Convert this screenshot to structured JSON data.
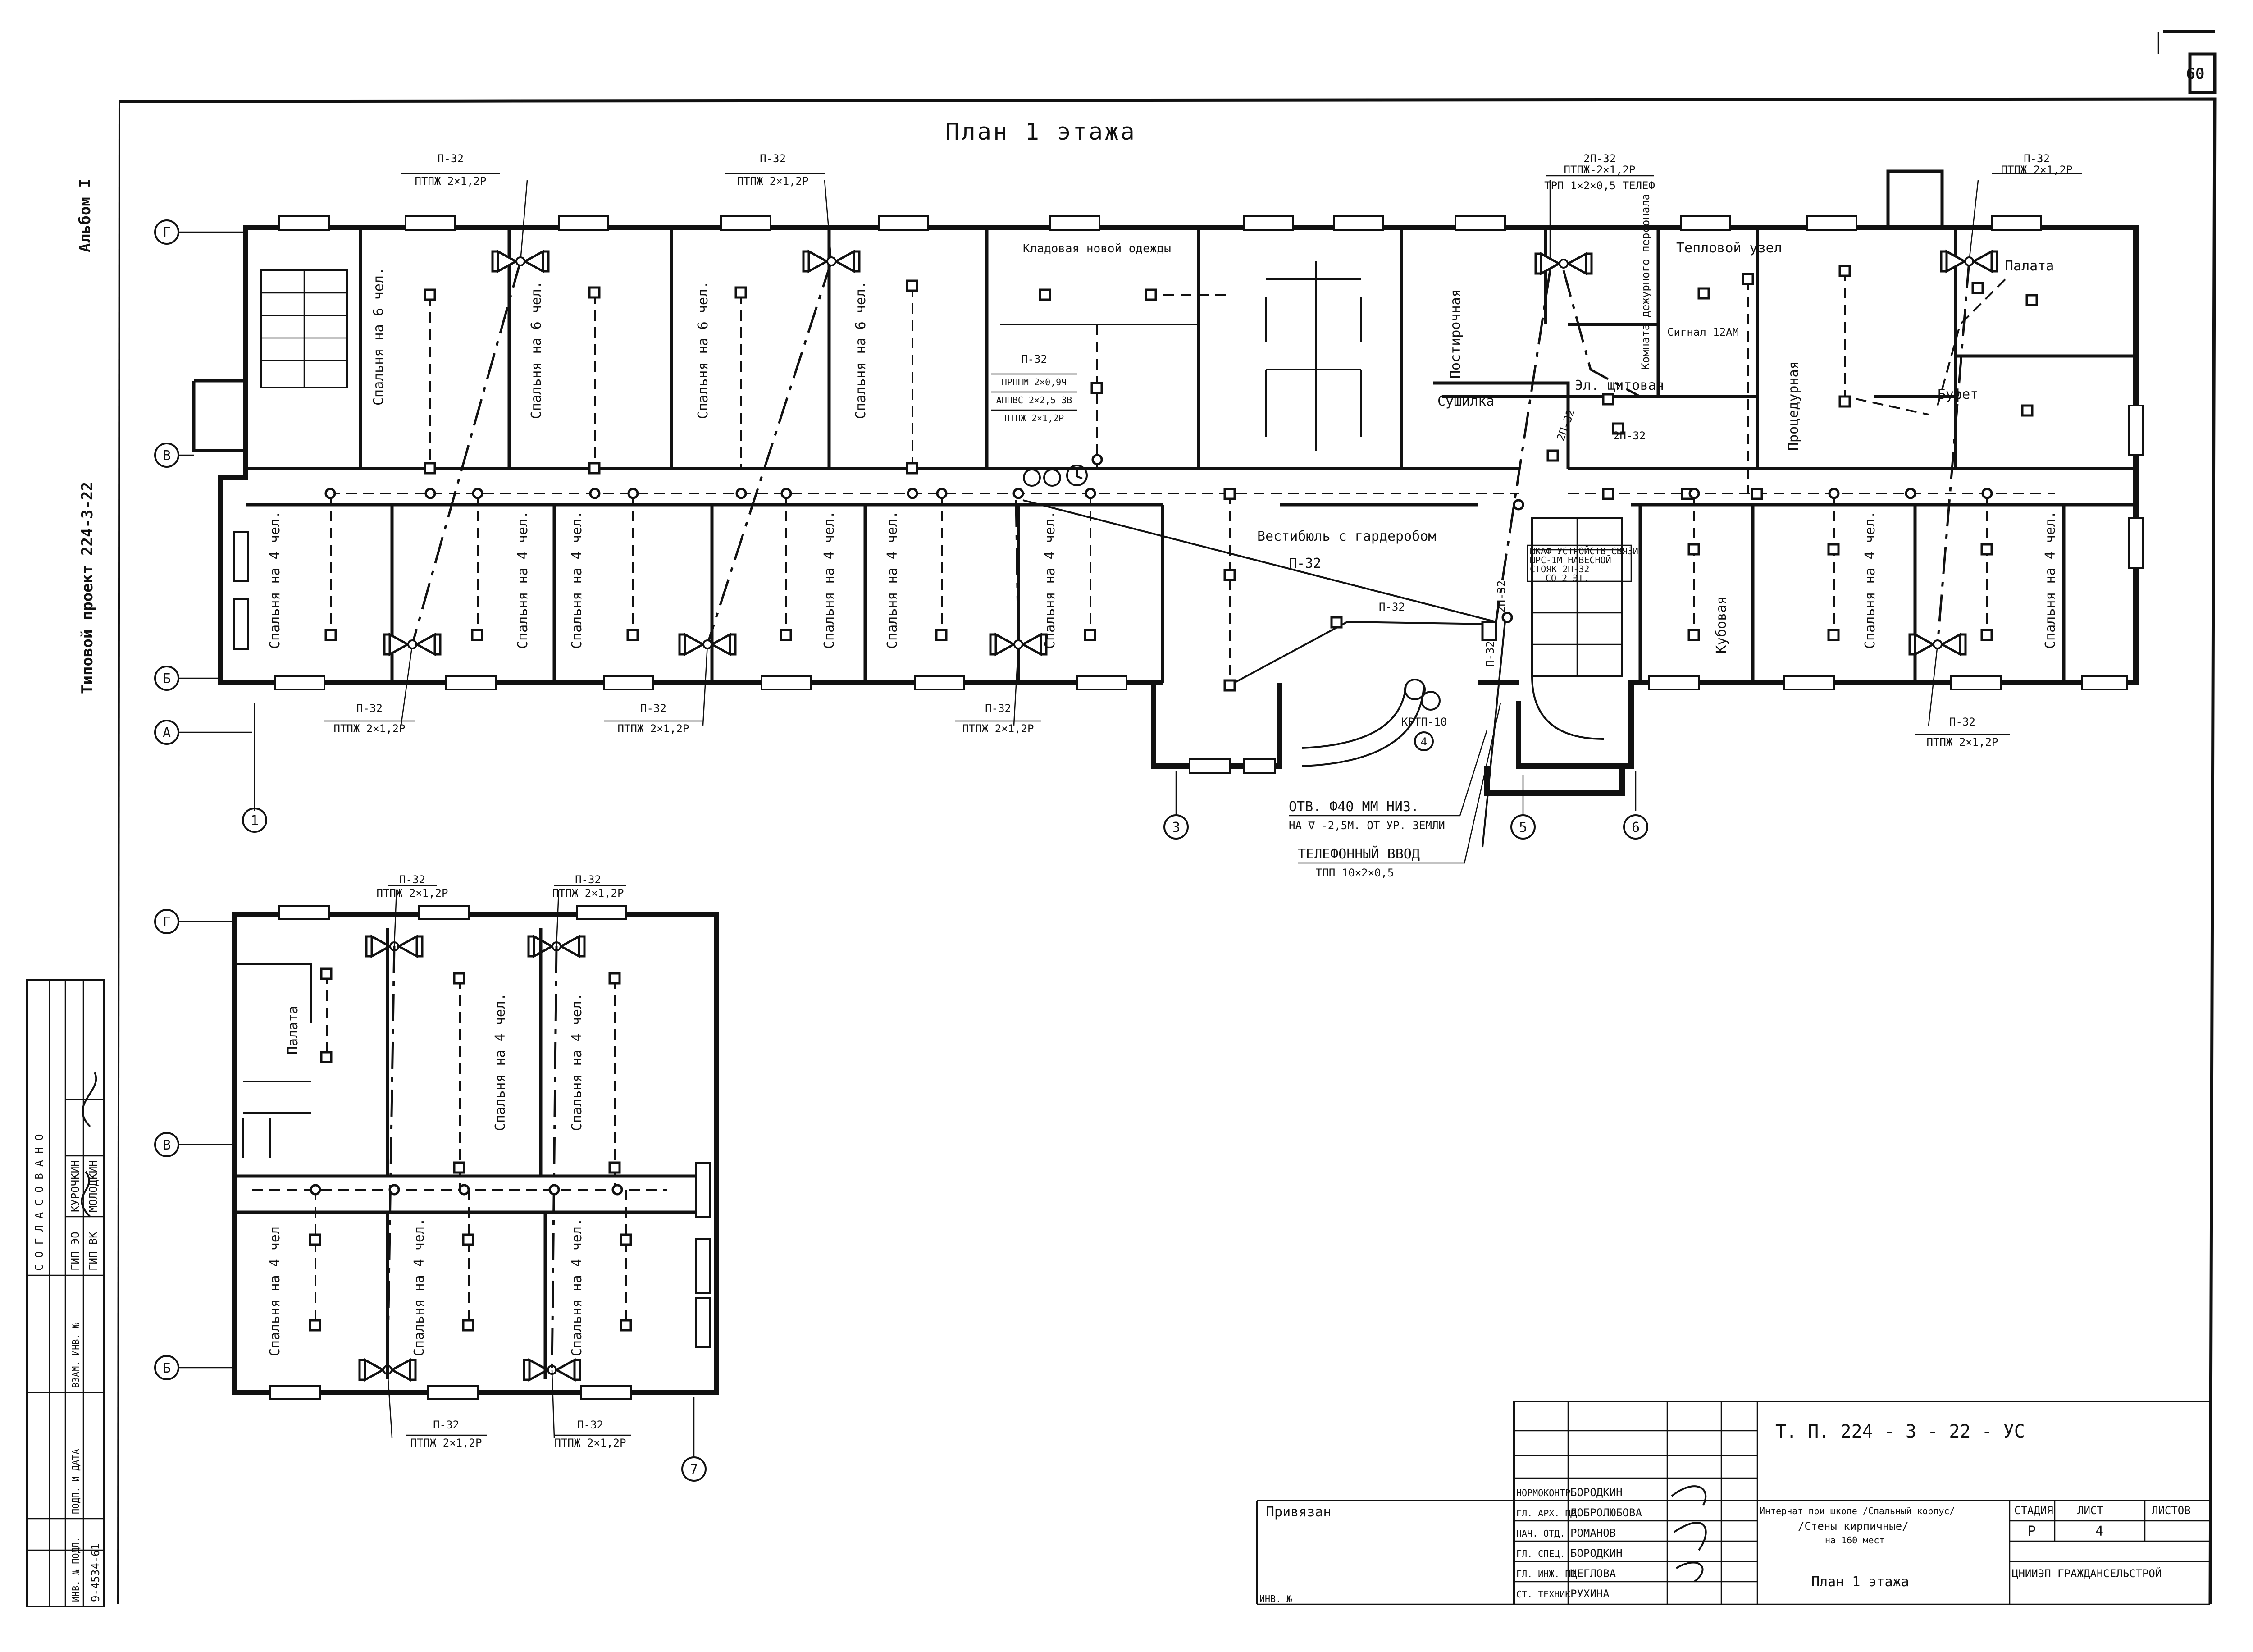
{
  "title": "План 1 этажа",
  "sheet_number": "60",
  "side": {
    "album": "Альбом I",
    "project": "Типовой проект 224-3-22",
    "agreed": "С О Г Л А С О В А Н О",
    "agreed_rows": [
      "ГИП ЭО",
      "ГИП ВК"
    ],
    "agreed_names": [
      "КУРОЧКИН",
      "МОЛОДКИН"
    ],
    "inv": "ВЗАМ. ИНВ. №",
    "sign_date": "ПОДП. И ДАТА",
    "inv_orig": "ИНВ. № ПОДЛ.",
    "doc_no": "9-4534-61"
  },
  "axes": {
    "rows_main": [
      "Г",
      "В",
      "Б",
      "А"
    ],
    "cols_main": [
      "1",
      "3",
      "5",
      "6"
    ],
    "rows_sub": [
      "Г",
      "В",
      "Б"
    ],
    "col_sub": "7"
  },
  "rooms": {
    "spal6": "Спальня на 6 чел.",
    "spal4": "Спальня на 4 чел.",
    "spal4_short": "Спальня на 4 чел",
    "klad": "Кладовая новой одежды",
    "postir": "Постирочная",
    "sush": "Сушилка",
    "komn": "Комната дежурного персонала",
    "teplo": "Тепловой узел",
    "signal": "Сигнал 12АМ",
    "elshch": "Эл. щитовая",
    "proc": "Процедурная",
    "palata": "Палата",
    "bufet": "Буфет",
    "vestib": "Вестибюль с гардеробом",
    "kub": "Кубовая"
  },
  "cable_labels": {
    "p32": "П-32",
    "ptpzh": "ПТПЖ 2×1,2Р",
    "p2_32": "2П-32",
    "ptpzh_top_right": "ПТПЖ-2×1,2Р",
    "tpp_tel": "ТРП 1×2×0,5 ТЕЛЕФ",
    "klad_cable1": "ПРППМ 2×0,9Ч",
    "klad_cable2": "АППВС 2×2,5 ЗВ",
    "klad_cable3": "ПТПЖ 2×1,2Р",
    "shkaf1": "ШКАФ УСТРОЙСТВ СВЯЗИ",
    "shkaf2": "ШРС-1М НАВЕСНОЙ",
    "shkaf3": "СТОЯК 2П-32",
    "shkaf4": "СО 2 ЭТ.",
    "krtp": "КРТП-10",
    "krtp_num": "4",
    "otv1": "ОТВ. Ф40 ММ НИЗ.",
    "otv2": "НА ∇ -2,5М. ОТ УР. ЗЕМЛИ",
    "tel1": "ТЕЛЕФОННЫЙ ВВОД",
    "tel2": "ТПП 10×2×0,5"
  },
  "stamp": {
    "code": "Т. П.   224 - 3 - 22 - УС",
    "privyazan": "Привязан",
    "roles": [
      "НОРМОКОНТР",
      "ГЛ. АРХ. ПР",
      "НАЧ. ОТД.",
      "ГЛ. СПЕЦ.",
      "ГЛ. ИНЖ. ПР",
      "СТ. ТЕХНИК"
    ],
    "names": [
      "БОРОДКИН",
      "ДОБРОЛЮБОВА",
      "РОМАНОВ",
      "БОРОДКИН",
      "ЩЕГЛОВА",
      "РУХИНА"
    ],
    "project_name_1": "Интернат при школе /Спальный корпус/",
    "project_name_2": "/Стены кирпичные/",
    "project_name_3": "на 160 мест",
    "stage_h": "СТАДИЯ",
    "sheet_h": "ЛИСТ",
    "sheets_h": "ЛИСТОВ",
    "stage": "Р",
    "sheet": "4",
    "plan_name": "План 1 этажа",
    "org": "ЦНИИЭП ГРАЖДАНСЕЛЬСТРОЙ",
    "inv_no": "ИНВ. №"
  }
}
